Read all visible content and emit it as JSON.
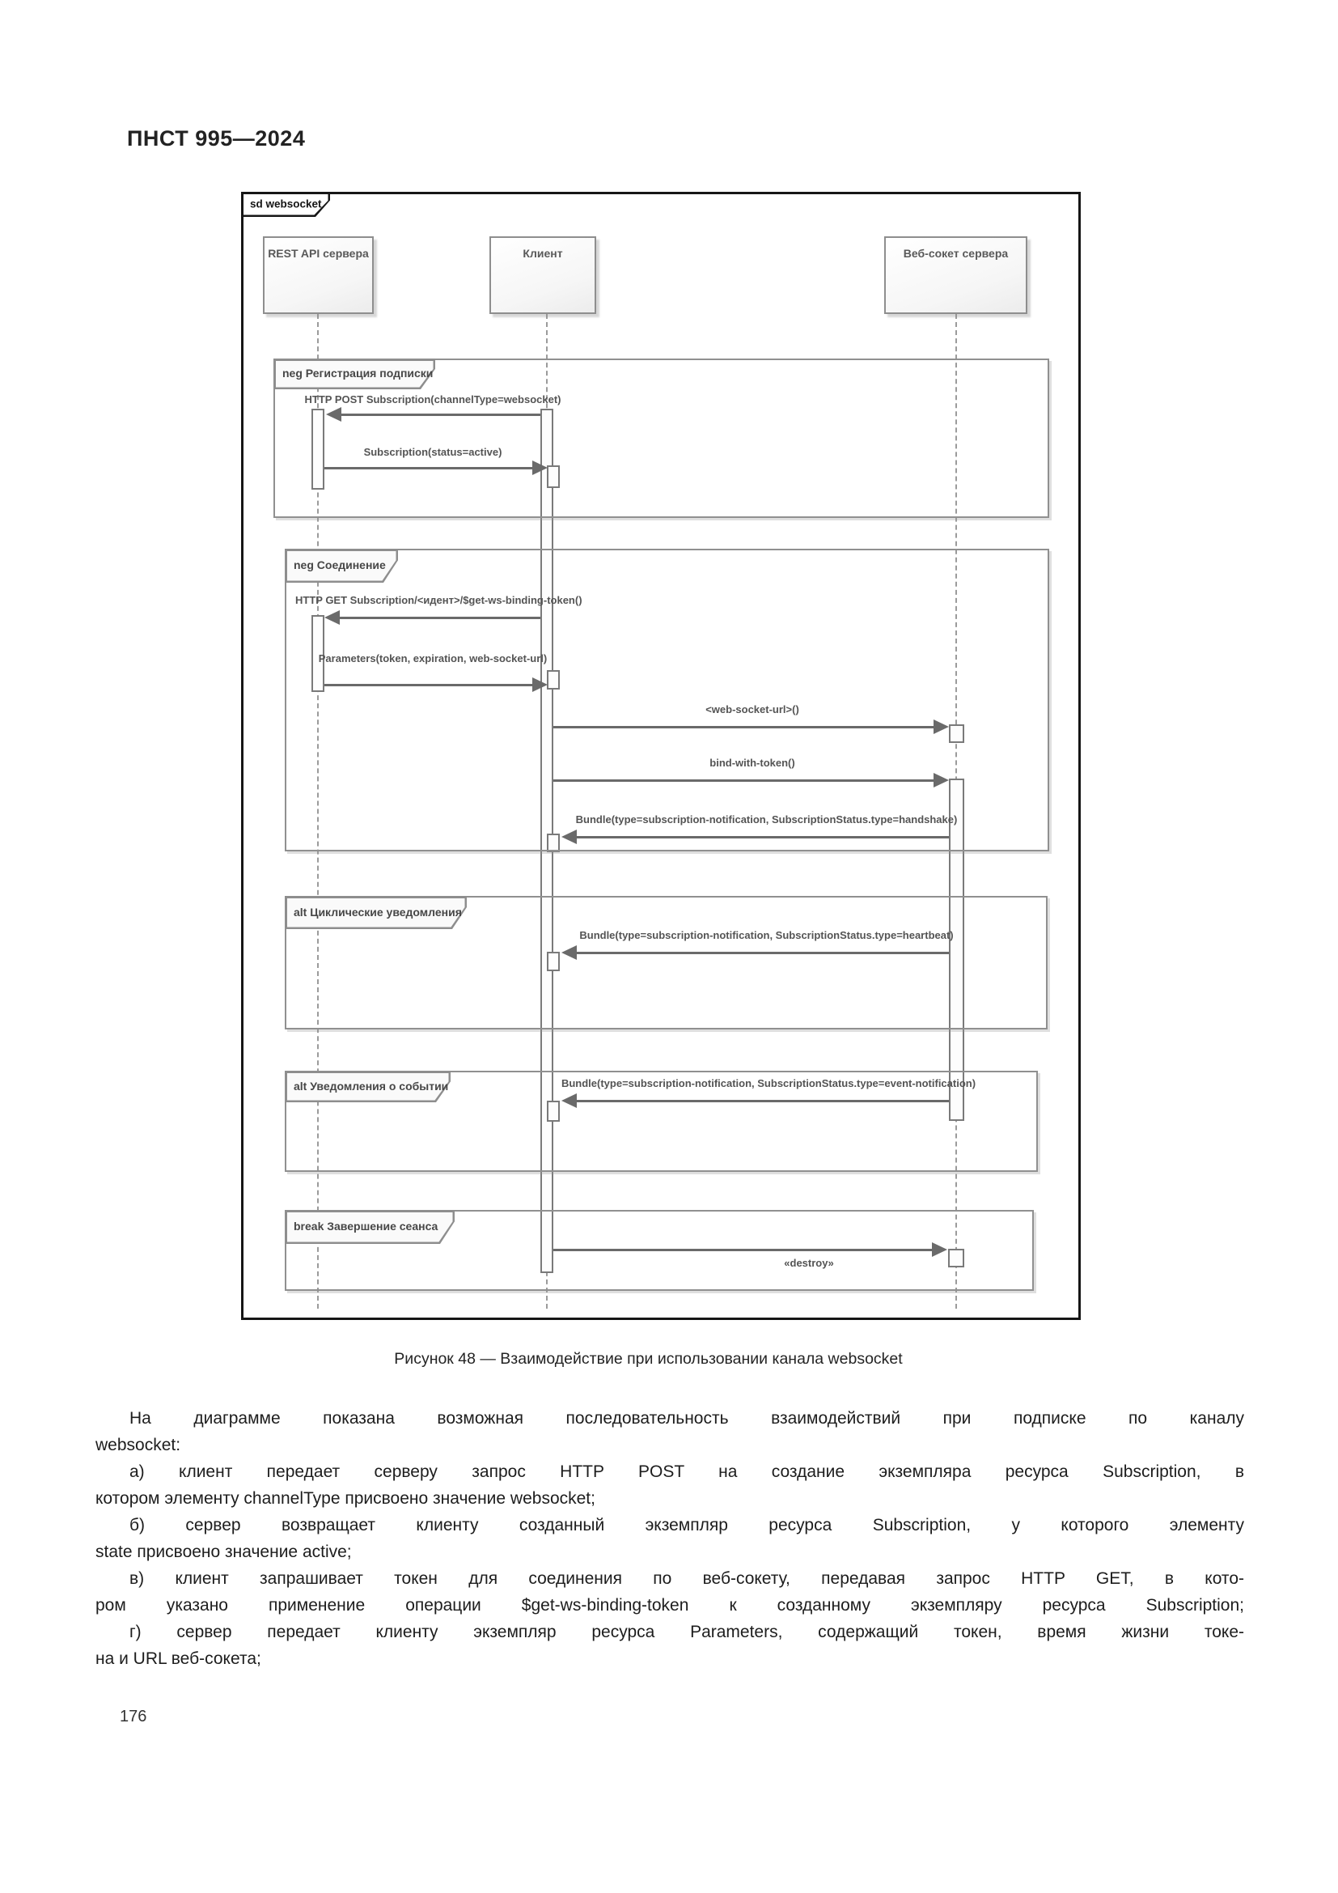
{
  "page": {
    "header_left": "ПНСТ 995—2024",
    "figure_caption": "Рисунок 48 — Взаимодействие при использовании канала websocket",
    "page_number": "176",
    "paragraphs": [
      {
        "lines": [
          "На диаграмме показана возможная последовательность взаимодействий при подписке по каналу",
          "websocket:"
        ]
      },
      {
        "lines": [
          "а) клиент передает серверу запрос HTTP POST на создание экземпляра ресурса Subscription, в",
          "котором элементу channelType присвоено значение websocket;"
        ]
      },
      {
        "lines": [
          "б) сервер возвращает клиенту созданный экземпляр ресурса Subscription, у которого элементу",
          "state присвоено значение active;"
        ]
      },
      {
        "lines": [
          "в) клиент запрашивает токен для соединения по веб-сокету, передавая запрос HTTP GET, в кото-",
          "ром указано применение операции $get-ws-binding-token к созданному экземпляру ресурса Subscription;"
        ]
      },
      {
        "lines": [
          "г) сервер передает клиенту экземпляр ресурса Parameters, содержащий токен, время жизни токе-",
          "на и URL веб-сокета;"
        ]
      }
    ]
  },
  "diagram": {
    "frame_label": "sd websocket",
    "lifelines": [
      {
        "label": "REST API сервера"
      },
      {
        "label": "Клиент"
      },
      {
        "label": "Веб-сокет сервера"
      }
    ],
    "fragments": [
      {
        "operator": "neg",
        "label": "neg Регистрация подписки"
      },
      {
        "operator": "neg",
        "label": "neg Соединение"
      },
      {
        "operator": "alt",
        "label": "alt Циклические уведомления"
      },
      {
        "operator": "alt",
        "label": "alt Уведомления о событии"
      },
      {
        "operator": "break",
        "label": "break Завершение сеанса"
      }
    ],
    "messages": [
      {
        "label": "HTTP POST Subscription(channelType=websocket)",
        "from": "Клиент",
        "to": "REST API сервера"
      },
      {
        "label": "Subscription(status=active)",
        "from": "REST API сервера",
        "to": "Клиент"
      },
      {
        "label": "HTTP GET Subscription/<идент>/$get-ws-binding-token()",
        "from": "Клиент",
        "to": "REST API сервера"
      },
      {
        "label": "Parameters(token, expiration, web-socket-url)",
        "from": "REST API сервера",
        "to": "Клиент"
      },
      {
        "label": "<web-socket-url>()",
        "from": "Клиент",
        "to": "Веб-сокет сервера"
      },
      {
        "label": "bind-with-token()",
        "from": "Клиент",
        "to": "Веб-сокет сервера"
      },
      {
        "label": "Bundle(type=subscription-notification, SubscriptionStatus.type=handshake)",
        "from": "Веб-сокет сервера",
        "to": "Клиент"
      },
      {
        "label": "Bundle(type=subscription-notification, SubscriptionStatus.type=heartbeat)",
        "from": "Веб-сокет сервера",
        "to": "Клиент"
      },
      {
        "label": "Bundle(type=subscription-notification, SubscriptionStatus.type=event-notification)",
        "from": "Веб-сокет сервера",
        "to": "Клиент"
      },
      {
        "label": "«destroy»",
        "from": "Клиент",
        "to": "Веб-сокет сервера"
      }
    ],
    "colors": {
      "frame": "#161616",
      "element_border": "#8e8e8e",
      "arrow": "#6a6a6a",
      "diagram_text": "#545454",
      "body_text": "#1d1d1d"
    }
  }
}
